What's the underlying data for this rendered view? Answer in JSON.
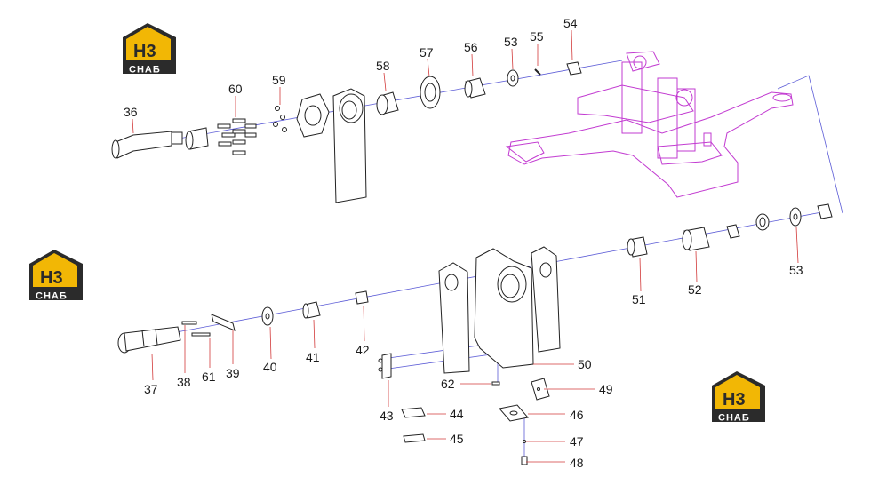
{
  "watermark": {
    "mark": "H3",
    "text": "CHAБ",
    "colors": {
      "yellow": "#f2b705",
      "dark": "#2b2b2b",
      "white": "#ffffff"
    }
  },
  "callouts": {
    "c36": "36",
    "c37": "37",
    "c38": "38",
    "c39": "39",
    "c40": "40",
    "c41": "41",
    "c42": "42",
    "c43": "43",
    "c44": "44",
    "c45": "45",
    "c46": "46",
    "c47": "47",
    "c48": "48",
    "c49": "49",
    "c50": "50",
    "c51": "51",
    "c52": "52",
    "c53a": "53",
    "c53b": "53",
    "c54": "54",
    "c55": "55",
    "c56": "56",
    "c57": "57",
    "c58": "58",
    "c59": "59",
    "c60": "60",
    "c61": "61",
    "c62": "62"
  },
  "colors": {
    "axis": "#5b5bd6",
    "assembly": "#c23bd1",
    "leader": "#d23a3a",
    "line": "#222222"
  }
}
